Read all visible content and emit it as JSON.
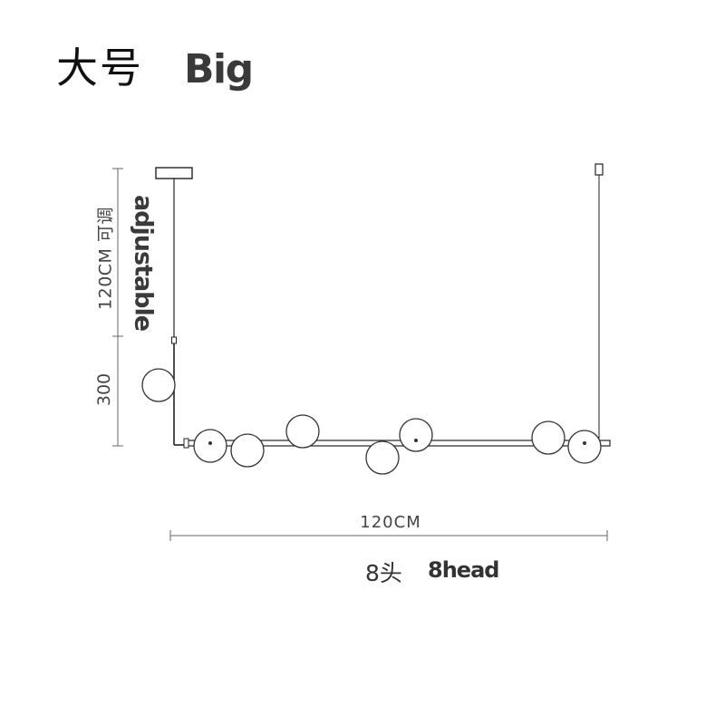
{
  "header": {
    "title_cn": "大号",
    "title_en": "Big"
  },
  "dimensions": {
    "cable_length": "120CM 可调",
    "adjustable_label": "adjustable",
    "drop_height": "300",
    "width": "120CM"
  },
  "footer": {
    "heads_cn": "8头",
    "heads_en": "8head"
  },
  "colors": {
    "line": "#333333",
    "globe_fill": "#ffffff",
    "dimension_line": "#555555"
  }
}
